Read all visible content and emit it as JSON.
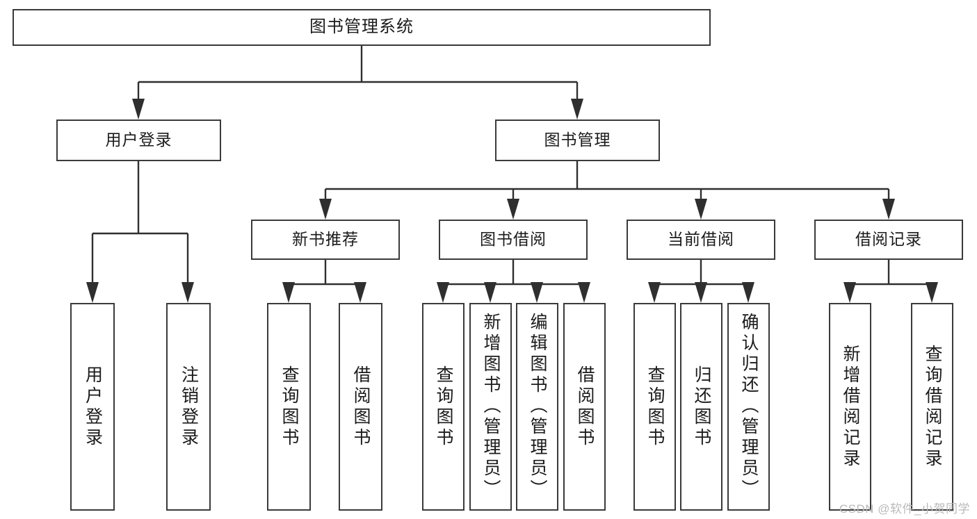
{
  "diagram": {
    "title": "图书管理系统",
    "watermark": "CSDN @软件_小贺同学",
    "line_color": "#2f2f2f",
    "box_border_color": "#3a3a3a",
    "box_fill_color": "#ffffff",
    "text_color": "#1b1b1b",
    "background": "#ffffff"
  },
  "nodes": {
    "root": "图书管理系统",
    "level2": [
      {
        "label": "用户登录"
      },
      {
        "label": "图书管理"
      }
    ],
    "level3": [
      {
        "label": "新书推荐"
      },
      {
        "label": "图书借阅"
      },
      {
        "label": "当前借阅"
      },
      {
        "label": "借阅记录"
      }
    ],
    "leaves": {
      "user_login": [
        {
          "label": "用户登录"
        },
        {
          "label": "注销登录"
        }
      ],
      "new_book": [
        {
          "label": "查询图书"
        },
        {
          "label": "借阅图书"
        }
      ],
      "book_borrow": [
        {
          "label": "查询图书"
        },
        {
          "label": "新增图书（管理员）"
        },
        {
          "label": "编辑图书（管理员）"
        },
        {
          "label": "借阅图书"
        }
      ],
      "current_borrow": [
        {
          "label": "查询图书"
        },
        {
          "label": "归还图书"
        },
        {
          "label": "确认归还（管理员）"
        }
      ],
      "borrow_record": [
        {
          "label": "新增借阅记录"
        },
        {
          "label": "查询借阅记录"
        }
      ]
    }
  }
}
